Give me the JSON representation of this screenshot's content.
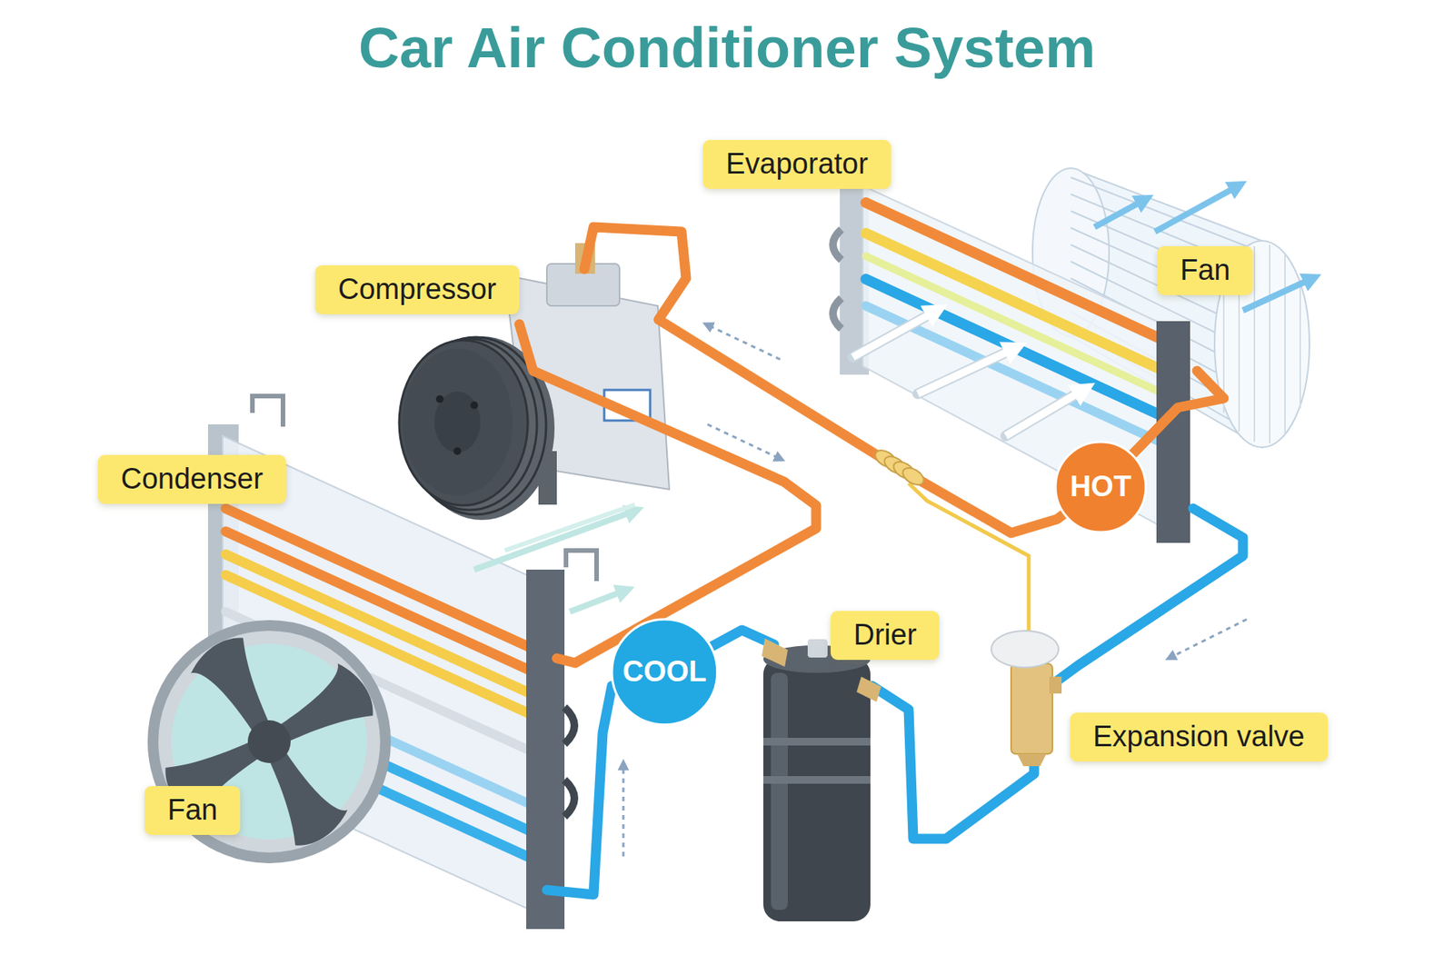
{
  "diagram": {
    "title": "Car Air Conditioner System",
    "nodes": [
      {
        "text": [
          "Evaporator"
        ]
      },
      {
        "text": [
          "Compressor"
        ]
      },
      {
        "text": [
          "Fan"
        ]
      },
      {
        "text": [
          "HOT"
        ]
      },
      {
        "text": [
          "Condenser"
        ]
      },
      {
        "text": [
          "COOL"
        ]
      },
      {
        "text": [
          "Drier"
        ]
      },
      {
        "text": [
          "Expansion valve"
        ]
      },
      {
        "text": [
          "Fan"
        ]
      }
    ]
  }
}
